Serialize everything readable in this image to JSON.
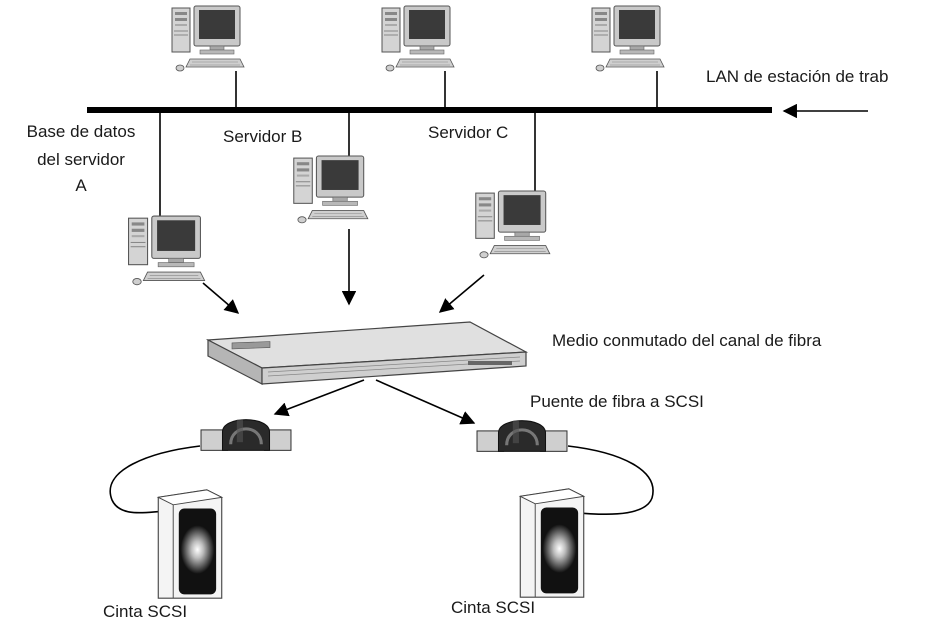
{
  "labels": {
    "lan": "LAN de estación de trab",
    "server_a_line1": "Base de datos",
    "server_a_line2": "del servidor",
    "server_a_line3": "A",
    "server_b": "Servidor B",
    "server_c": "Servidor C",
    "switch": "Medio conmutado del canal de fibra",
    "bridge": "Puente de fibra a SCSI",
    "tape_left": "Cinta SCSI",
    "tape_right": "Cinta SCSI"
  },
  "colors": {
    "line": "#000000",
    "monitor_frame": "#c9c9c9",
    "screen": "#3a3a3a",
    "switch_body": "#d6d6d6",
    "tape_body": "#f4f4f4",
    "tape_face": "#111111"
  },
  "icons": {
    "workstation": "desktop-computer-icon",
    "switch": "fibre-channel-switch-icon",
    "bridge": "fibre-scsi-bridge-icon",
    "tape": "scsi-tape-drive-icon"
  }
}
